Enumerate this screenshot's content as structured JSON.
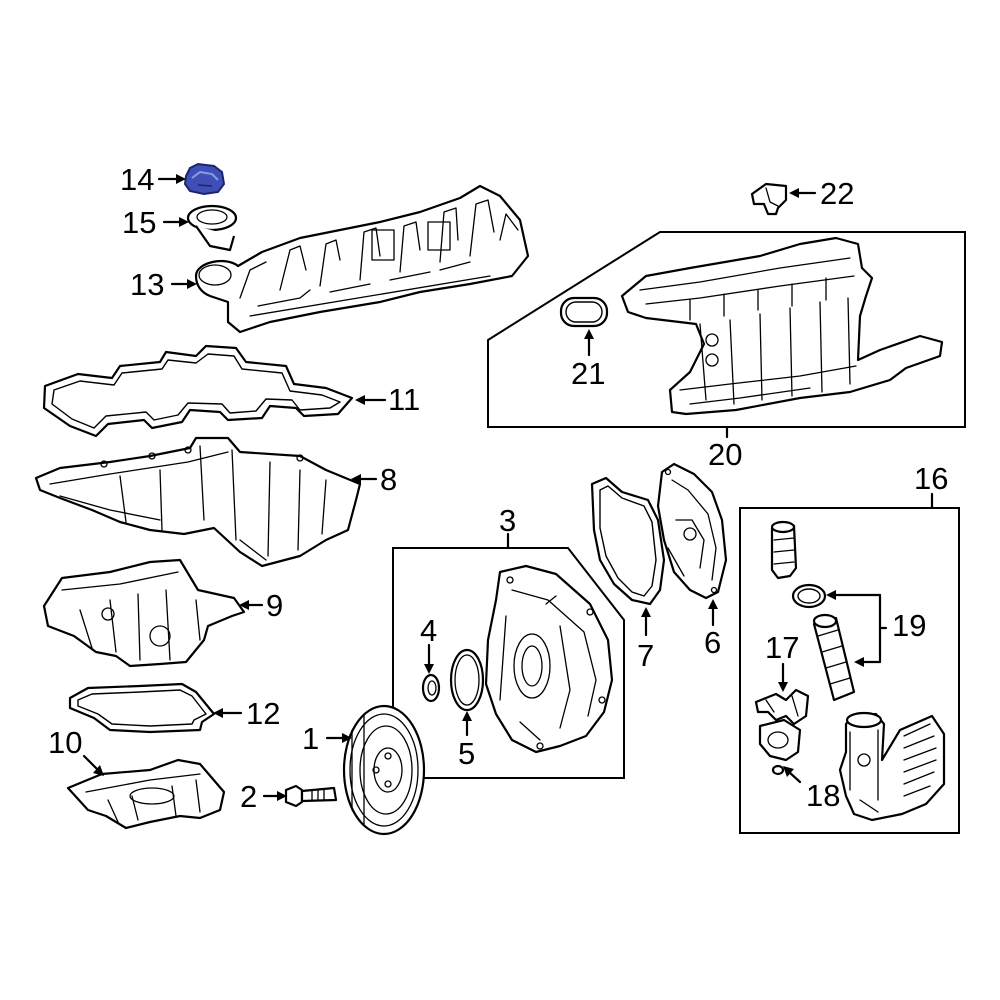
{
  "highlight_color": "#3f4fb6",
  "callouts": {
    "c1": "1",
    "c2": "2",
    "c3": "3",
    "c4": "4",
    "c5": "5",
    "c6": "6",
    "c7": "7",
    "c8": "8",
    "c9": "9",
    "c10": "10",
    "c11": "11",
    "c12": "12",
    "c13": "13",
    "c14": "14",
    "c15": "15",
    "c16": "16",
    "c17": "17",
    "c18": "18",
    "c19": "19",
    "c20": "20",
    "c21": "21",
    "c22": "22"
  }
}
